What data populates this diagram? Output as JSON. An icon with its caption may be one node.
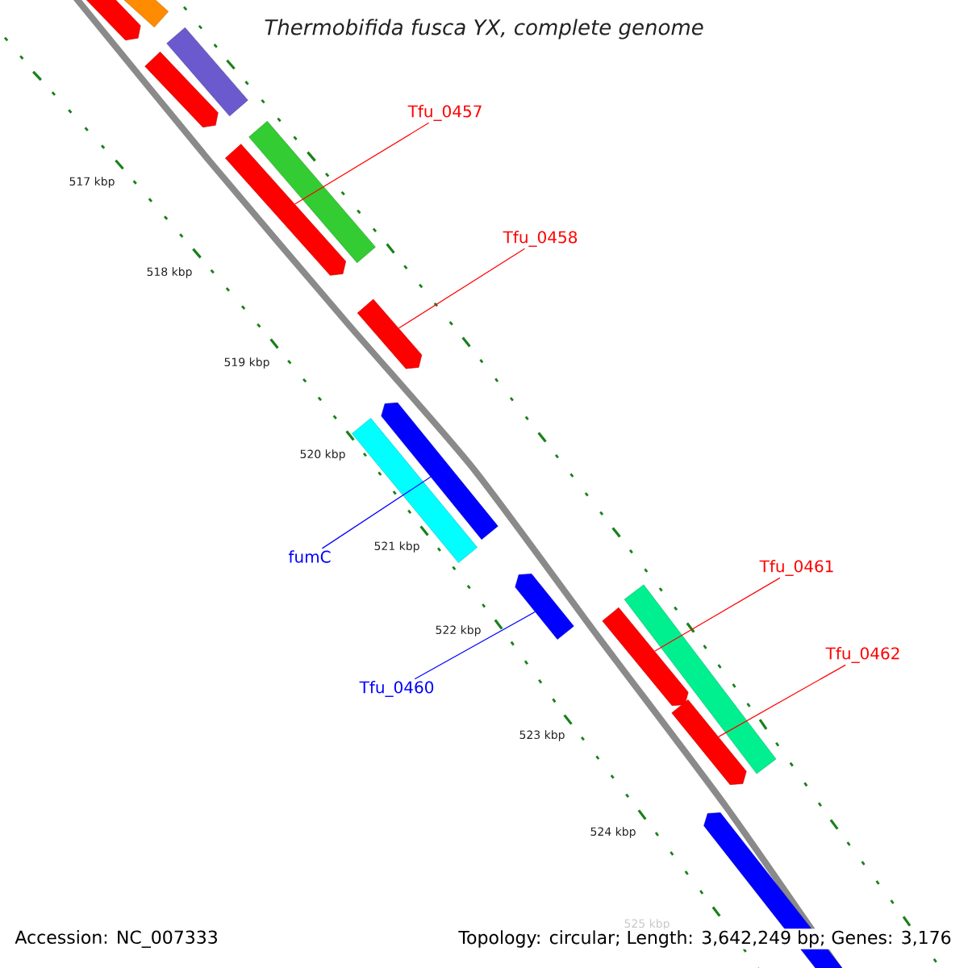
{
  "diagram": {
    "title": "Thermobifida fusca YX, complete genome",
    "nodes": [
      {
        "text": [],
        "shape": "bar"
      },
      {
        "text": [],
        "shape": "bar"
      },
      {
        "text": [],
        "shape": "bar"
      },
      {
        "text": [],
        "shape": "bar"
      },
      {
        "text": [],
        "shape": "bar"
      },
      {
        "text": [],
        "shape": "bar"
      },
      {
        "text": [],
        "shape": "bar"
      },
      {
        "text": [],
        "shape": "bar"
      },
      {
        "text": [],
        "shape": "bar"
      },
      {
        "text": [],
        "shape": "bar"
      },
      {
        "text": [],
        "shape": "bar"
      },
      {
        "text": [],
        "shape": "bar"
      },
      {
        "text": [],
        "shape": "bar"
      },
      {
        "text": [],
        "shape": "bar"
      },
      {
        "text": [
          "Tfu_0457"
        ]
      },
      {
        "text": [
          "Tfu_0458"
        ]
      },
      {
        "text": [
          "fumC"
        ]
      },
      {
        "text": [
          "Tfu_0460"
        ]
      },
      {
        "text": [
          "Tfu_0461"
        ]
      },
      {
        "text": [
          "Tfu_0462"
        ]
      }
    ],
    "edges": [
      {
        "from": 14,
        "to": 5,
        "arrow": "none"
      },
      {
        "from": 15,
        "to": 6,
        "arrow": "none"
      },
      {
        "from": 16,
        "to": 7,
        "arrow": "none",
        "color": "#0000ff"
      },
      {
        "from": 17,
        "to": 9,
        "arrow": "none",
        "color": "#0000ff"
      },
      {
        "from": 18,
        "to": 11,
        "arrow": "none"
      },
      {
        "from": 19,
        "to": 12,
        "arrow": "none"
      }
    ],
    "labels": [
      "517 kbp",
      "518 kbp",
      "519 kbp",
      "520 kbp",
      "521 kbp",
      "522 kbp",
      "523 kbp",
      "524 kbp",
      "525 kbp",
      "Accession: NC_007333",
      "Topology: circular; Length: 3,642,249 bp; Genes: 3,176"
    ]
  }
}
